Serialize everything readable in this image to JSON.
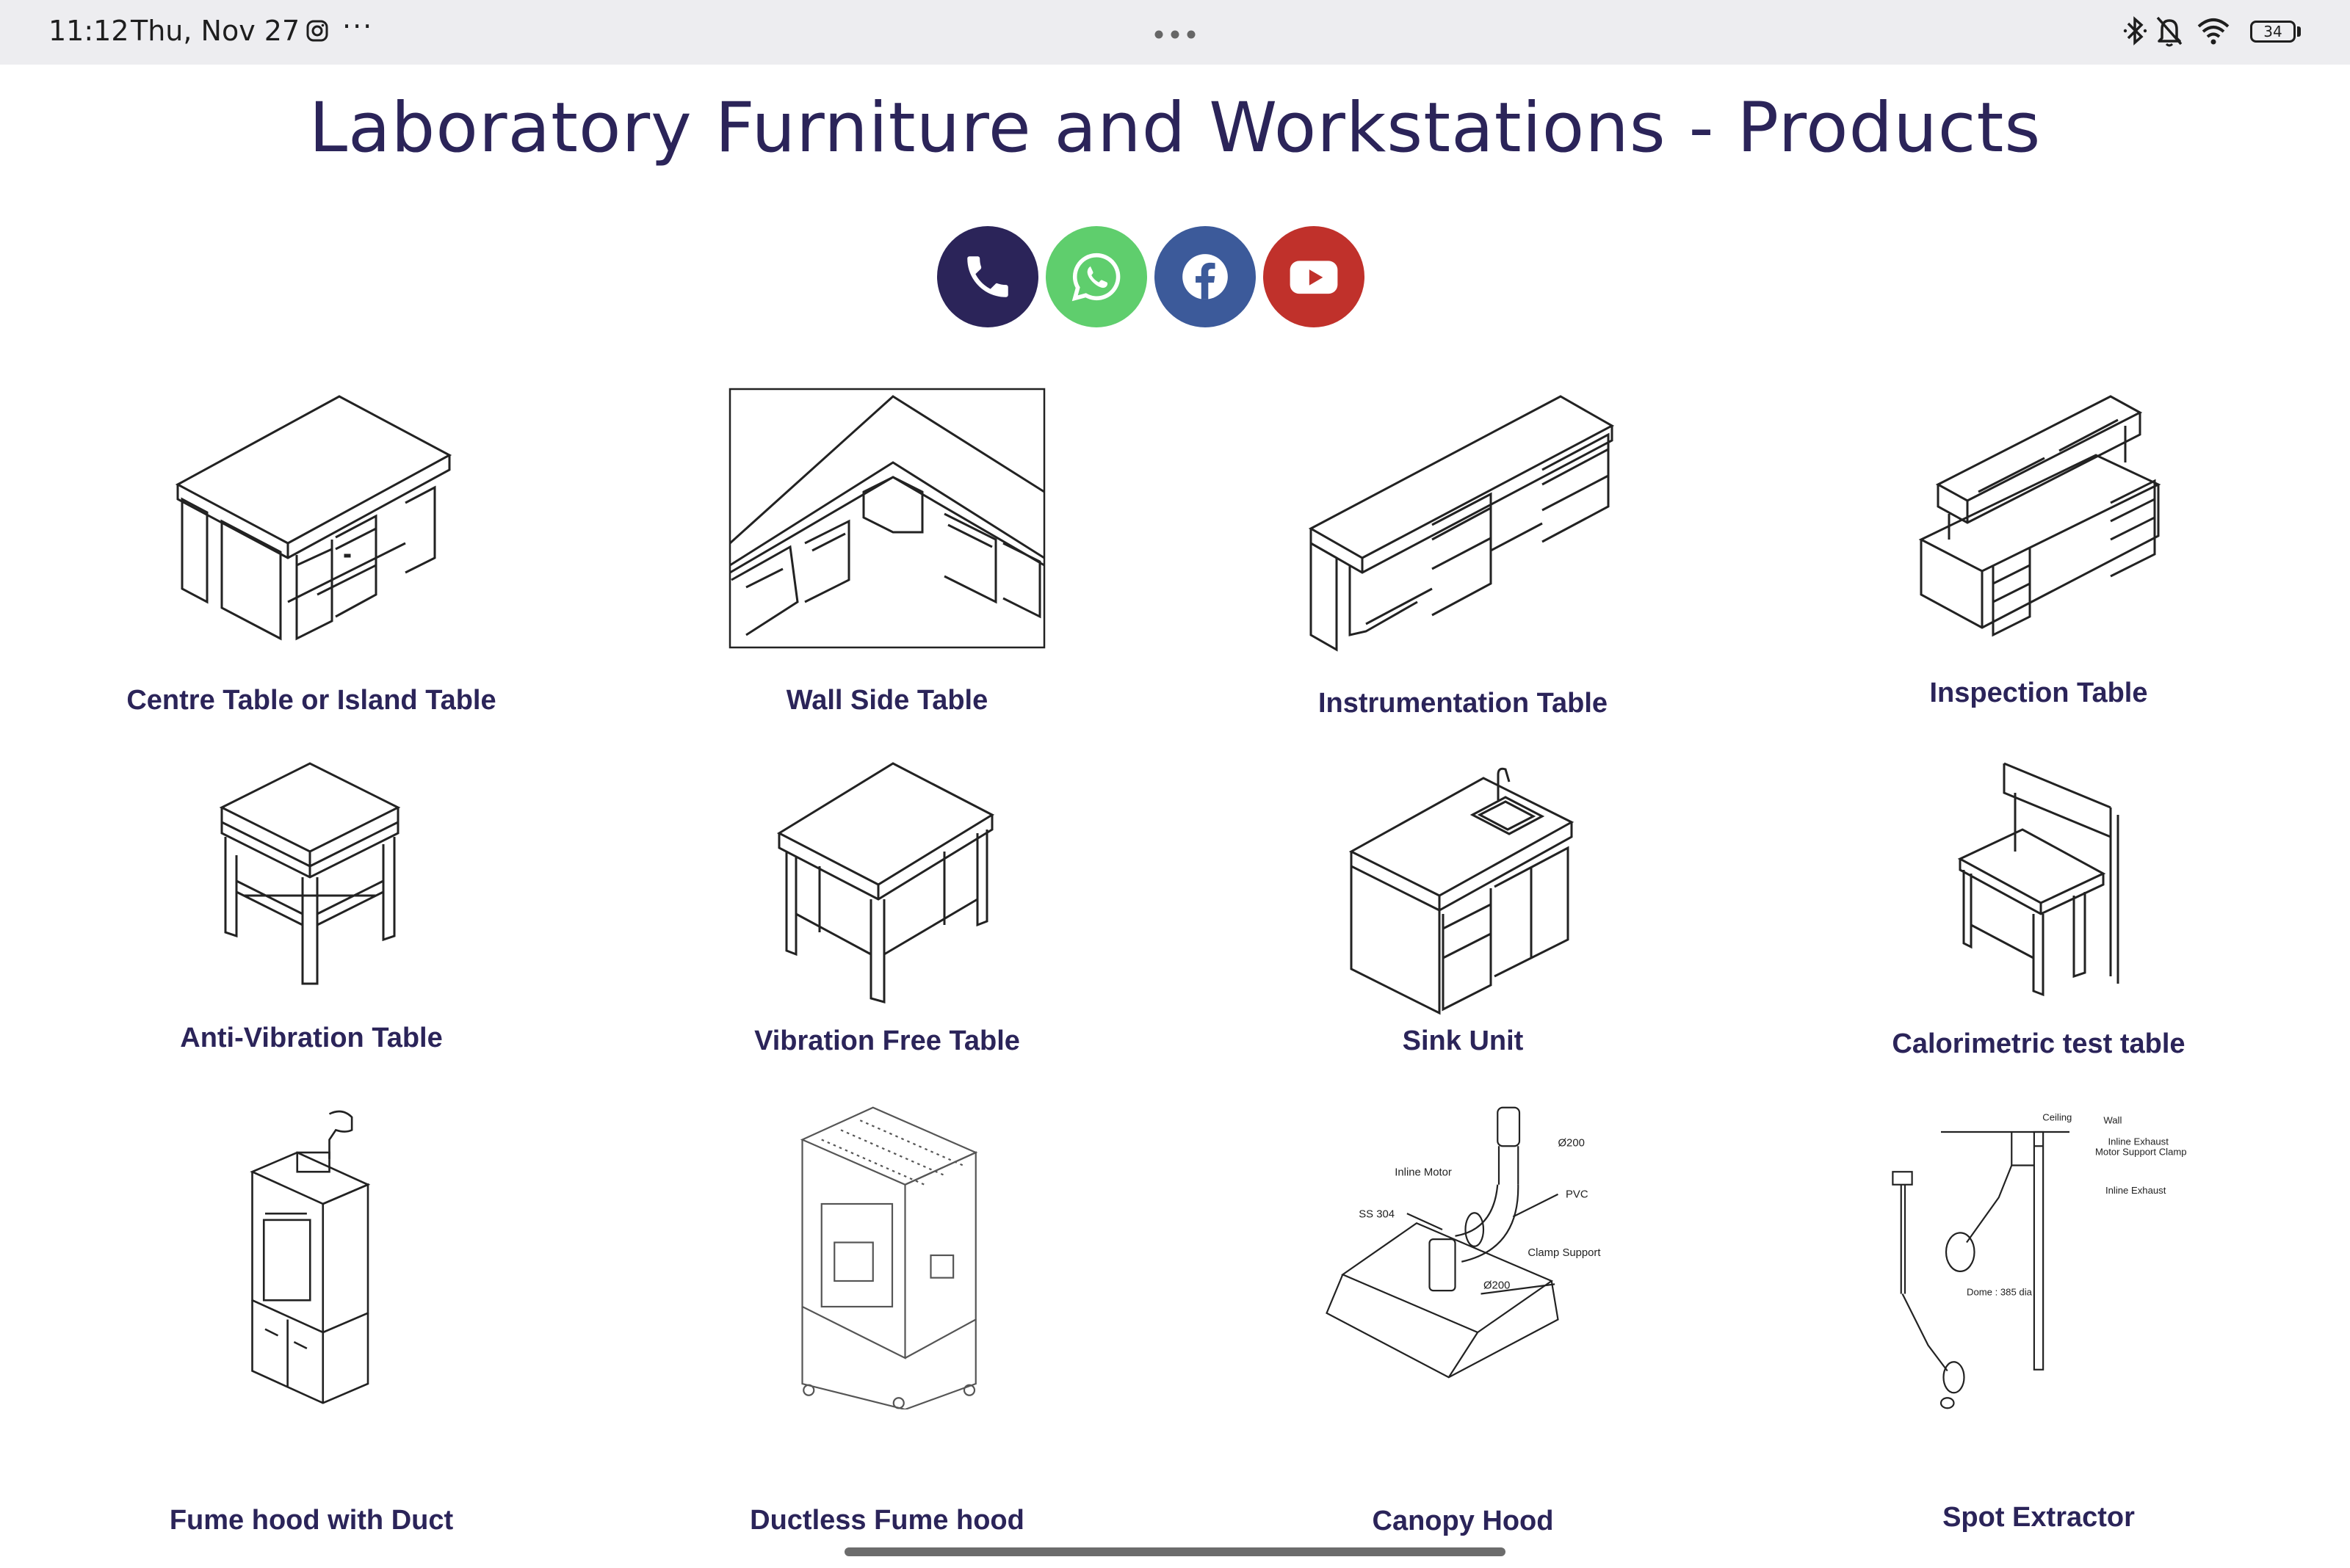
{
  "status_bar": {
    "time": "11:12",
    "date": "Thu, Nov 27",
    "overflow": "···",
    "battery": "34",
    "icons": [
      "instagram-icon",
      "bluetooth-icon",
      "bell-off-icon",
      "wifi-icon",
      "battery-icon"
    ]
  },
  "page": {
    "title": "Laboratory Furniture and Workstations - Products"
  },
  "social": {
    "phone_color": "#2b2459",
    "whatsapp_color": "#5fce6d",
    "facebook_color": "#3c5a9a",
    "youtube_color": "#c0312b"
  },
  "products": [
    {
      "label": "Centre Table or Island Table"
    },
    {
      "label": "Wall Side Table"
    },
    {
      "label": "Instrumentation Table"
    },
    {
      "label": "Inspection Table"
    },
    {
      "label": "Anti-Vibration Table"
    },
    {
      "label": "Vibration Free Table"
    },
    {
      "label": "Sink Unit"
    },
    {
      "label": "Calorimetric test table"
    },
    {
      "label": "Fume hood with Duct"
    },
    {
      "label": "Ductless Fume hood"
    },
    {
      "label": "Canopy Hood"
    },
    {
      "label": "Spot Extractor"
    }
  ],
  "diagram_labels": {
    "canopy": [
      "Ø200",
      "Inline Motor",
      "PVC",
      "SS 304",
      "Clamp Support",
      "Ø200"
    ],
    "spot": [
      "Ceiling",
      "Wall",
      "Inline Exhaust",
      "Motor Support Clamp",
      "Inline Exhaust",
      "Dome : 385 dia"
    ]
  }
}
